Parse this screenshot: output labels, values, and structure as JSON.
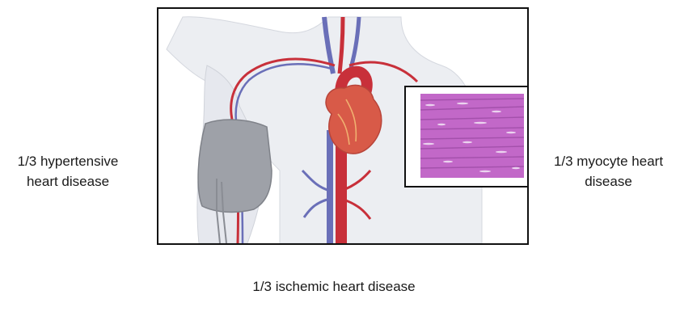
{
  "labels": {
    "left": "1/3 hypertensive heart disease",
    "right": "1/3 myocyte heart disease",
    "bottom": "1/3 ischemic heart disease"
  },
  "colors": {
    "skin": "#eceef2",
    "artery": "#c8303a",
    "vein": "#6a6fb8",
    "heart": "#d85a48",
    "cuff": "#9ea1a8",
    "tissue": "#c268c8"
  }
}
